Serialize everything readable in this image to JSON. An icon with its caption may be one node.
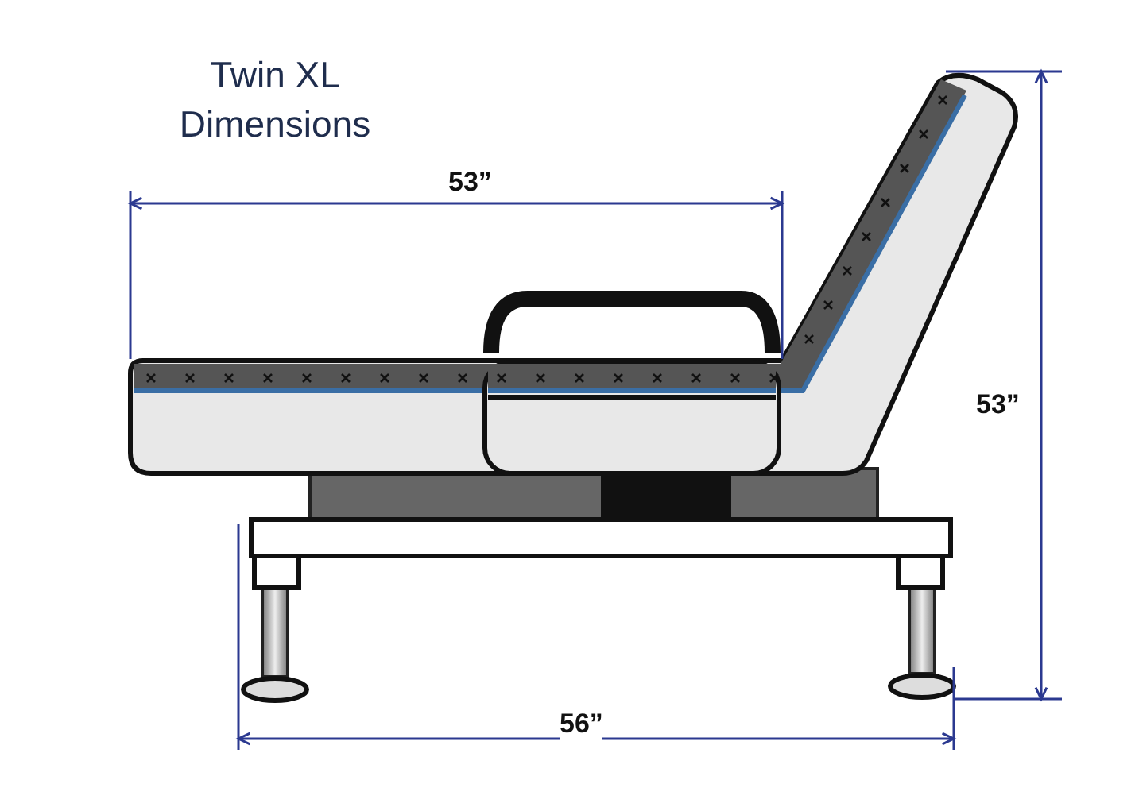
{
  "diagram": {
    "title": "Twin XL Dimensions",
    "labels": [
      "53”",
      "53”",
      "56”"
    ]
  }
}
